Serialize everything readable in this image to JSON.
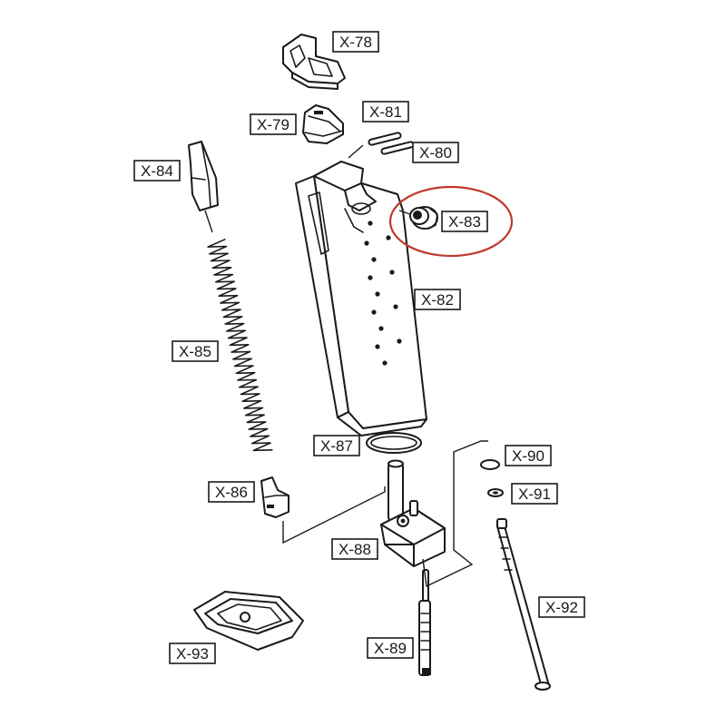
{
  "labels": {
    "x78": "X-78",
    "x79": "X-79",
    "x80": "X-80",
    "x81": "X-81",
    "x82": "X-82",
    "x83": "X-83",
    "x84": "X-84",
    "x85": "X-85",
    "x86": "X-86",
    "x87": "X-87",
    "x88": "X-88",
    "x89": "X-89",
    "x90": "X-90",
    "x91": "X-91",
    "x92": "X-92",
    "x93": "X-93"
  },
  "highlighted_part": "X-83",
  "colors": {
    "line": "#1a1a1a",
    "highlight": "#c0392b",
    "background": "#ffffff"
  }
}
